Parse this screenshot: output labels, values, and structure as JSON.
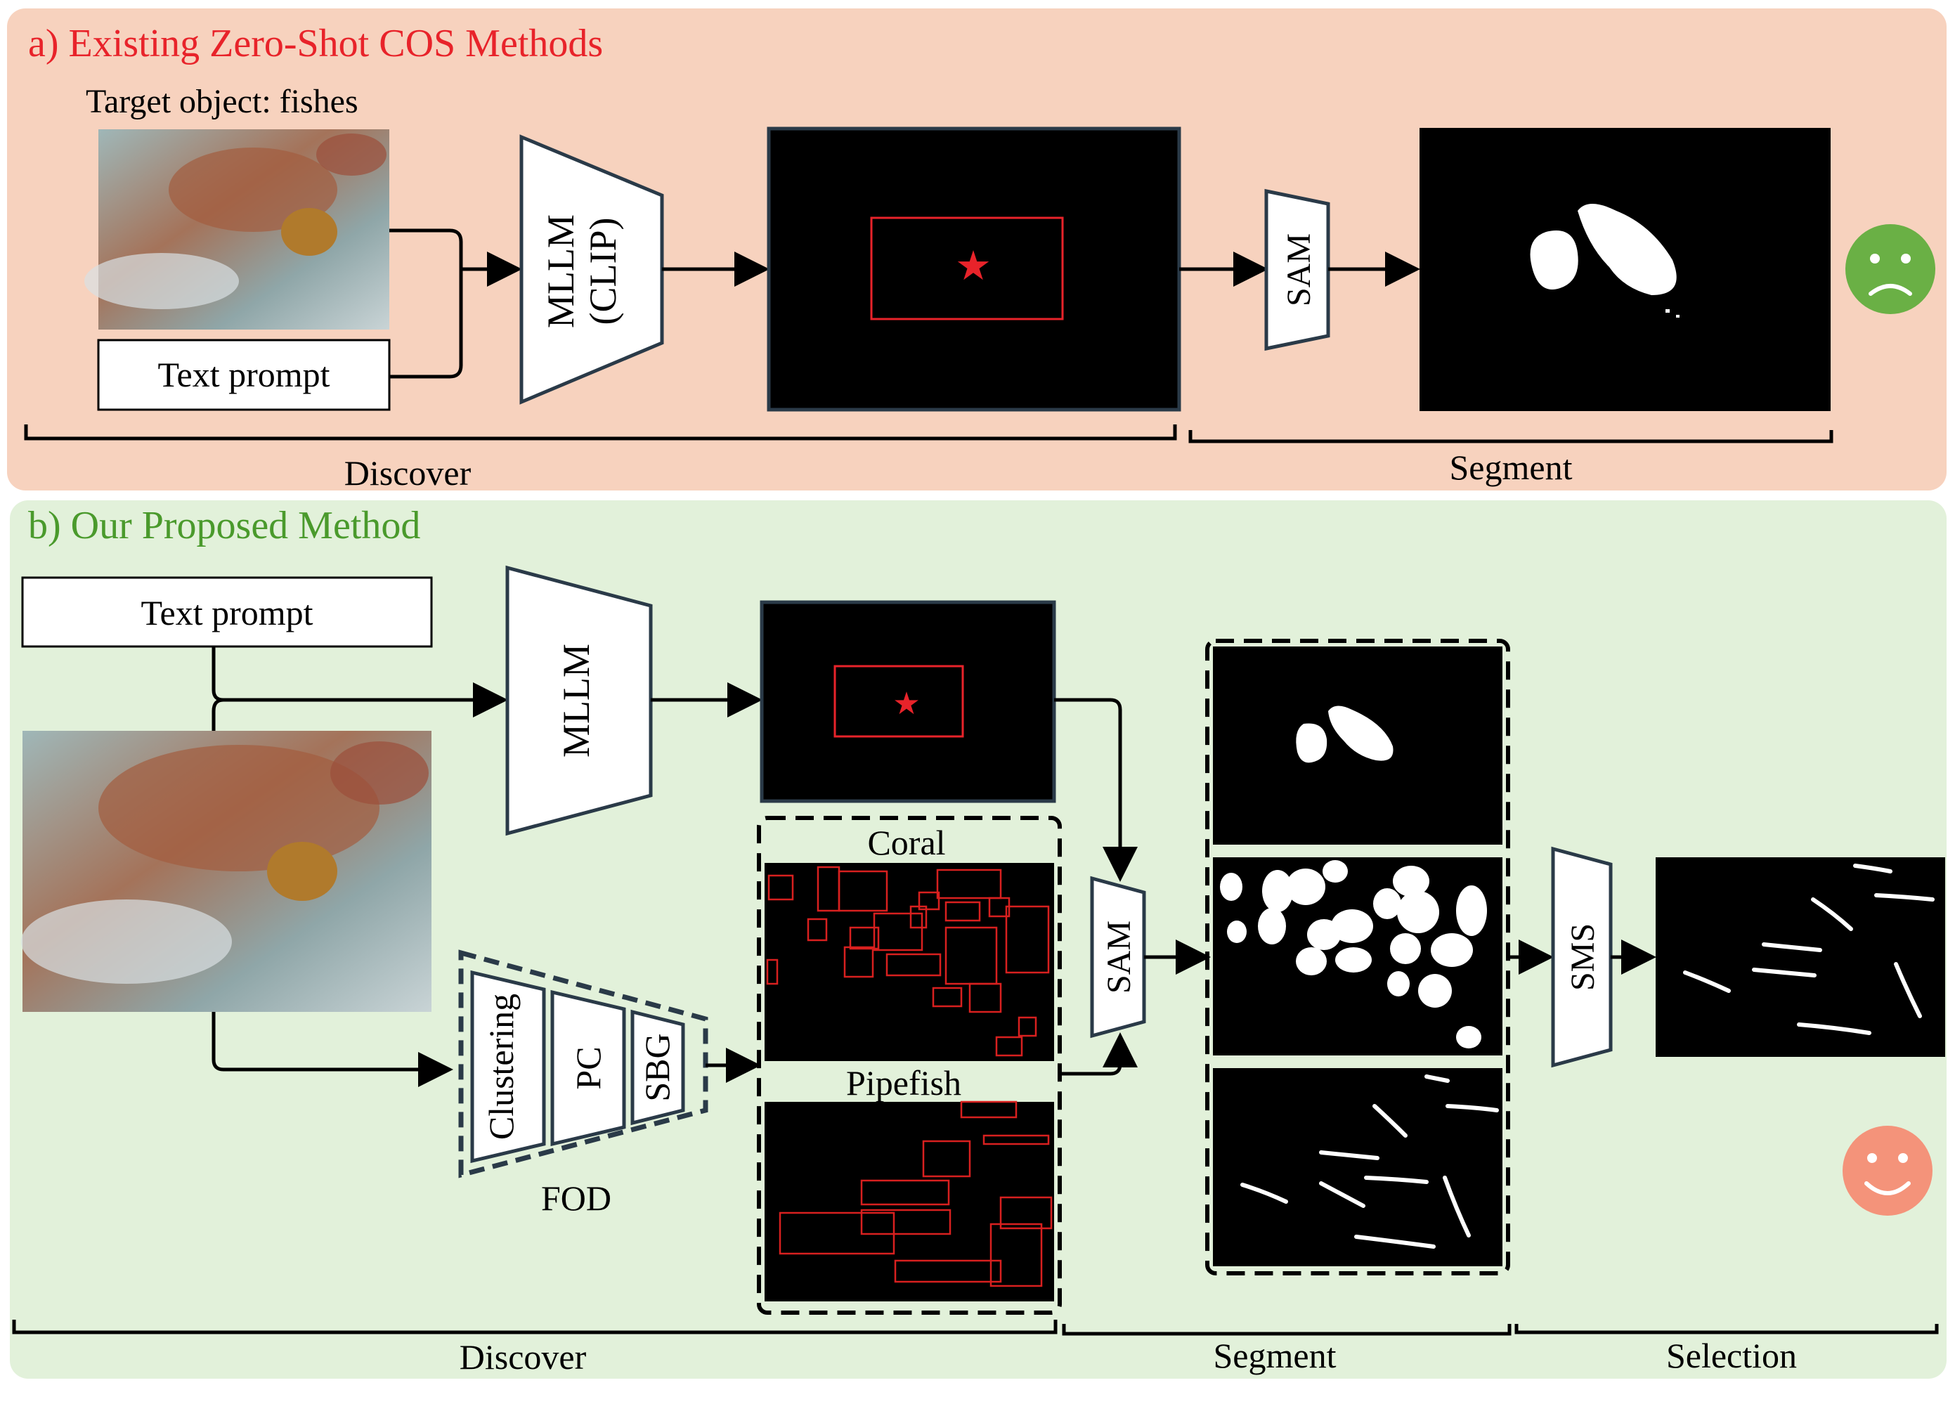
{
  "panel_a": {
    "title": "a) Existing Zero-Shot COS Methods",
    "target_label": "Target object: fishes",
    "text_prompt": "Text prompt",
    "mllm_line1": "MLLM",
    "mllm_line2": "(CLIP)",
    "sam": "SAM",
    "discover": "Discover",
    "segment": "Segment",
    "title_color": "#e8232a",
    "bg_color": "#f7d2be",
    "sad_face_color": "#6ab045"
  },
  "panel_b": {
    "title": "b) Our Proposed Method",
    "text_prompt": "Text prompt",
    "mllm": "MLLM",
    "fod_clustering": "Clustering",
    "fod_pc": "PC",
    "fod_sbg": "SBG",
    "fod_label": "FOD",
    "coral": "Coral",
    "pipefish": "Pipefish",
    "sam": "SAM",
    "sms": "SMS",
    "discover": "Discover",
    "segment": "Segment",
    "selection": "Selection",
    "title_color": "#4a9a2c",
    "bg_color": "#e2f1da",
    "happy_face_color": "#f4937a"
  },
  "icons": [
    "sad-face-icon",
    "happy-face-icon",
    "star-icon"
  ]
}
